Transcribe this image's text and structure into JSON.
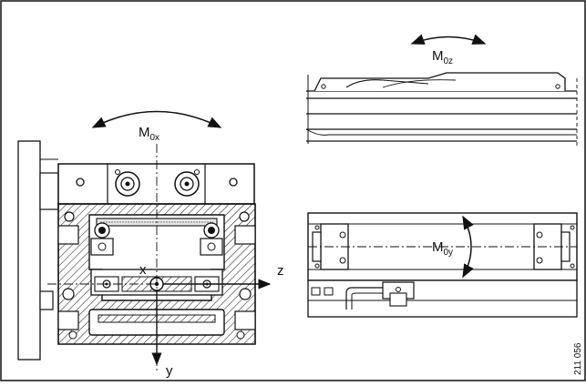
{
  "moments": {
    "mx": {
      "base": "M",
      "sub": "0x"
    },
    "mz": {
      "base": "M",
      "sub": "0z"
    },
    "my": {
      "base": "M",
      "sub": "0y"
    }
  },
  "axes": {
    "x": "x",
    "y": "y",
    "z": "z"
  },
  "figure_code": "211 056",
  "colors": {
    "line": "#111111",
    "hatch": "#111111",
    "background": "#ffffff",
    "fill_light": "#e6e6e6"
  }
}
